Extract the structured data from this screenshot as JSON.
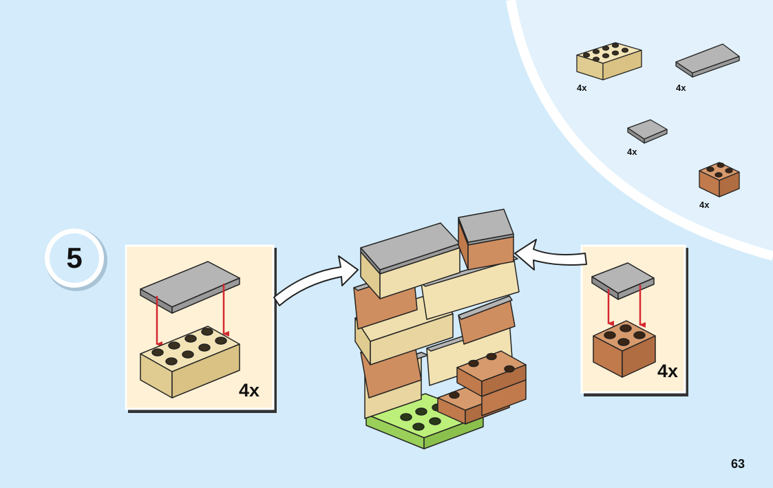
{
  "step": {
    "number": "5"
  },
  "page": {
    "number": "63"
  },
  "parts_list": [
    {
      "quantity": "4x",
      "part": "tan-brick-2x4-icon"
    },
    {
      "quantity": "4x",
      "part": "gray-tile-2x4-icon"
    },
    {
      "quantity": "4x",
      "part": "gray-tile-2x2-icon"
    },
    {
      "quantity": "4x",
      "part": "brown-brick-2x2-icon"
    }
  ],
  "callouts": [
    {
      "quantity": "4x",
      "description": "gray tile onto tan 2x4 brick"
    },
    {
      "quantity": "4x",
      "description": "gray tile onto brown 2x2 brick"
    }
  ],
  "colors": {
    "background": "#d3ebfa",
    "panel": "#fff1d6",
    "tan": "#e8d5a0",
    "gray": "#a8a8a8",
    "brown": "#c88558",
    "green": "#a8e060",
    "arrow_red": "#d52830"
  }
}
